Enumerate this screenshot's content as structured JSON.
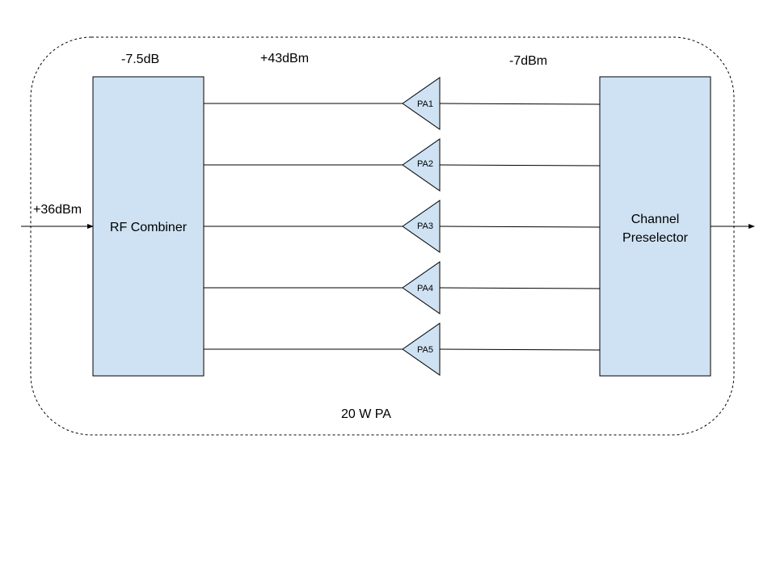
{
  "diagram": {
    "enclosure_label": "20 W PA",
    "input_level": "+36dBm",
    "combiner_loss": "-7.5dB",
    "pa_output_level": "+43dBm",
    "pa_input_level": "-7dBm",
    "rf_combiner": {
      "label": "RF Combiner"
    },
    "channel_preselector": {
      "label_line1": "Channel",
      "label_line2": "Preselector"
    },
    "amplifiers": [
      {
        "label": "PA1"
      },
      {
        "label": "PA2"
      },
      {
        "label": "PA3"
      },
      {
        "label": "PA4"
      },
      {
        "label": "PA5"
      }
    ]
  }
}
